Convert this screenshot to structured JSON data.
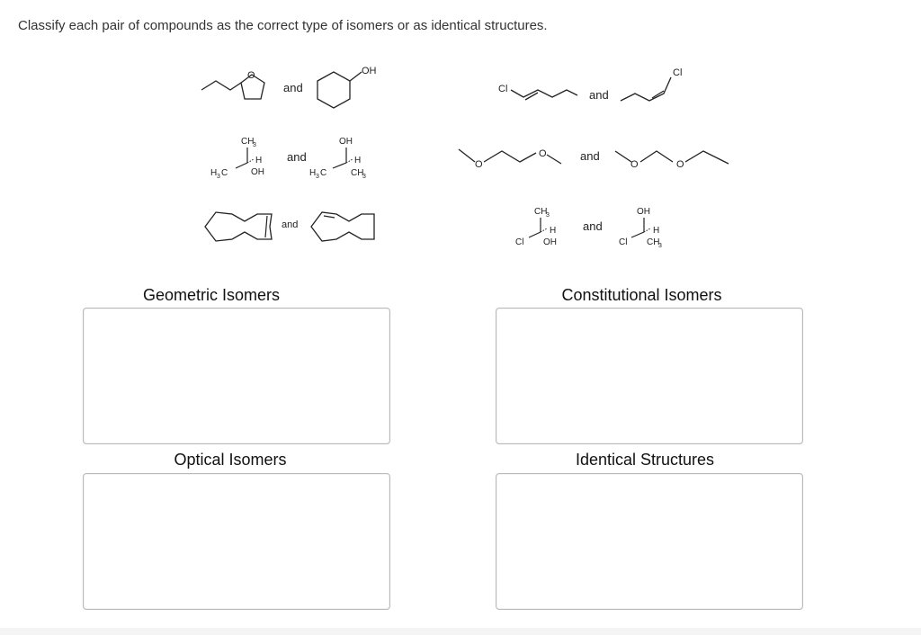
{
  "instructions": "Classify each pair of compounds as the correct type of isomers or as identical structures.",
  "pairs": [
    {
      "and": "and",
      "labels": {
        "a": "O",
        "b": "OH"
      }
    },
    {
      "and": "and",
      "labels": {
        "a": "Cl",
        "b": "Cl"
      }
    },
    {
      "and": "and",
      "labels": {
        "ch3": "CH",
        "sub3": "3",
        "h": "H",
        "h3c": "H",
        "c": "C",
        "oh": "OH",
        "oh_top": "OH",
        "ch3b": "CH",
        "h2": "H",
        "h3c2": "H",
        "c2": "C"
      }
    },
    {
      "and": "and",
      "labels": {
        "o1": "O",
        "o2": "O",
        "o3": "O",
        "o4": "O"
      }
    },
    {
      "and": "and"
    },
    {
      "and": "and",
      "labels": {
        "ch3": "CH",
        "h": "H",
        "cl": "Cl",
        "oh": "OH",
        "oh_top": "OH",
        "h2": "H",
        "cl2": "Cl",
        "ch3b": "CH"
      }
    }
  ],
  "zones": {
    "geometric": "Geometric Isomers",
    "constitutional": "Constitutional Isomers",
    "optical": "Optical Isomers",
    "identical": "Identical Structures"
  }
}
